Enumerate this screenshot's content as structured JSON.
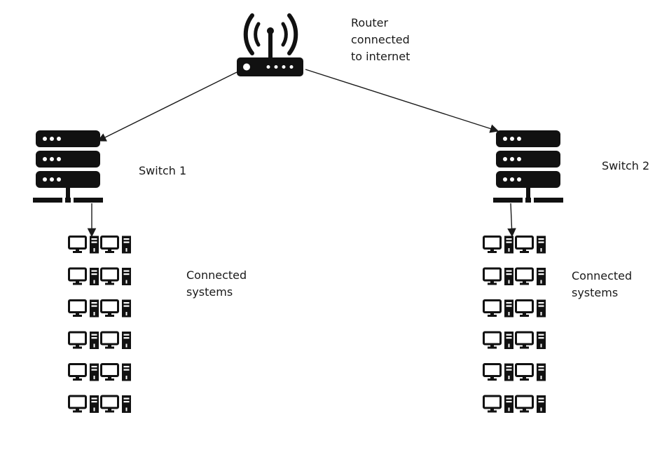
{
  "router": {
    "label": "Router\nconnected\nto internet",
    "icon": "wifi-router-icon"
  },
  "switches": [
    {
      "label": "Switch 1",
      "icon": "switch-server-icon"
    },
    {
      "label": "Switch 2",
      "icon": "switch-server-icon"
    }
  ],
  "system_groups": [
    {
      "label": "Connected\nsystems",
      "icon": "desktop-computer-icon",
      "rows": 6,
      "per_row": 2
    },
    {
      "label": "Connected\nsystems",
      "icon": "desktop-computer-icon",
      "rows": 6,
      "per_row": 2
    }
  ],
  "colors": {
    "icon": "#111111",
    "line": "#1a1a1a",
    "background": "#ffffff"
  }
}
